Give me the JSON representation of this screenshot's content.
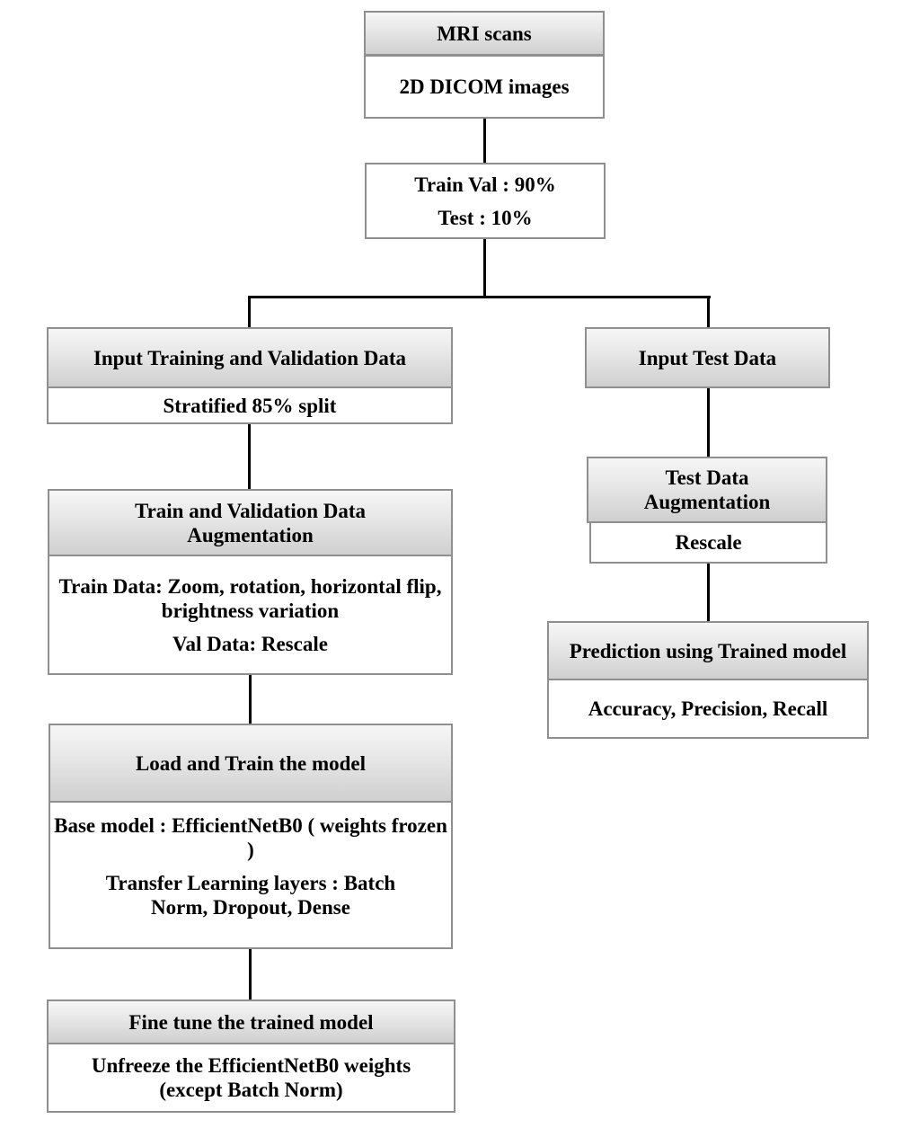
{
  "mri": {
    "title": "MRI scans",
    "detail": "2D DICOM images"
  },
  "split": {
    "line1": "Train Val : 90%",
    "line2": "Test : 10%"
  },
  "train_input": {
    "title": "Input Training and Validation Data",
    "detail": "Stratified 85% split"
  },
  "train_aug": {
    "title": "Train and Validation Data Augmentation",
    "train": "Train Data: Zoom, rotation, horizontal flip, brightness variation",
    "val": "Val Data: Rescale"
  },
  "train_model": {
    "title": "Load and Train the model",
    "base": "Base model : EfficientNetB0  ( weights frozen )",
    "transfer": "Transfer Learning layers : Batch Norm, Dropout, Dense"
  },
  "fine_tune": {
    "title": "Fine tune the trained model",
    "detail": "Unfreeze the EfficientNetB0 weights (except Batch Norm)"
  },
  "test_input": {
    "title": "Input Test Data"
  },
  "test_aug": {
    "title": "Test Data Augmentation",
    "detail": "Rescale"
  },
  "prediction": {
    "title": "Prediction using Trained model",
    "detail": "Accuracy, Precision, Recall"
  }
}
